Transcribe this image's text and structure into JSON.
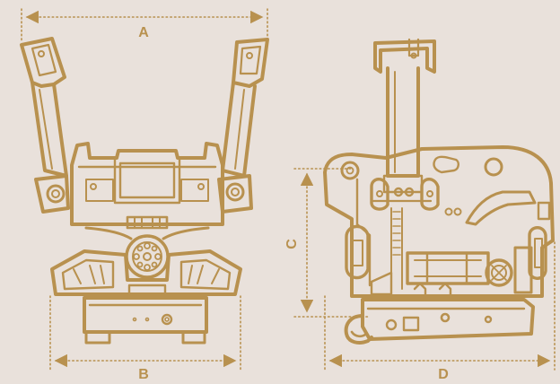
{
  "colors": {
    "background": "#e9e1db",
    "line": "#b8914f"
  },
  "dimensions": {
    "a": "A",
    "b": "B",
    "c": "C",
    "d": "D"
  }
}
